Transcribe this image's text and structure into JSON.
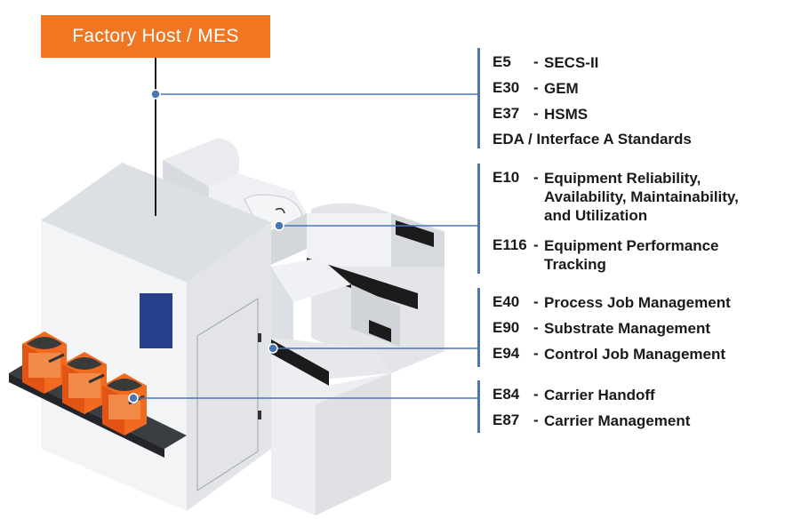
{
  "host": {
    "label": "Factory Host / MES"
  },
  "groups": [
    {
      "items": [
        {
          "code": "E5",
          "dash": "-",
          "desc": [
            "SECS-II"
          ]
        },
        {
          "code": "E30",
          "dash": "-",
          "desc": [
            "GEM"
          ]
        },
        {
          "code": "E37",
          "dash": "-",
          "desc": [
            "HSMS"
          ]
        },
        {
          "full": "EDA / Interface A Standards"
        }
      ]
    },
    {
      "items": [
        {
          "code": "E10",
          "dash": "-",
          "desc": [
            "Equipment Reliability,",
            "Availability, Maintainability,",
            "and Utilization"
          ]
        },
        {
          "code": "E116",
          "dash": "-",
          "desc": [
            "Equipment Performance",
            "Tracking"
          ]
        }
      ]
    },
    {
      "items": [
        {
          "code": "E40",
          "dash": "-",
          "desc": [
            "Process Job Management"
          ]
        },
        {
          "code": "E90",
          "dash": "-",
          "desc": [
            "Substrate Management"
          ]
        },
        {
          "code": "E94",
          "dash": "-",
          "desc": [
            "Control Job Management"
          ]
        }
      ]
    },
    {
      "items": [
        {
          "code": "E84",
          "dash": "-",
          "desc": [
            "Carrier Handoff"
          ]
        },
        {
          "code": "E87",
          "dash": "-",
          "desc": [
            "Carrier Management"
          ]
        }
      ]
    }
  ],
  "colors": {
    "accent": "#f07622",
    "connector": "#4a76b5",
    "window": "#27408b"
  }
}
